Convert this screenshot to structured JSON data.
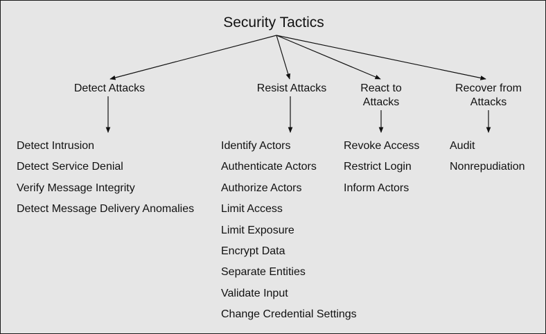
{
  "diagram": {
    "title": "Security Tactics",
    "categories": [
      {
        "id": "detect",
        "label_lines": [
          "Detect Attacks"
        ],
        "items": [
          "Detect Intrusion",
          "Detect Service Denial",
          "Verify Message Integrity",
          "Detect Message Delivery Anomalies"
        ]
      },
      {
        "id": "resist",
        "label_lines": [
          "Resist Attacks"
        ],
        "items": [
          "Identify Actors",
          "Authenticate Actors",
          "Authorize Actors",
          "Limit Access",
          "Limit Exposure",
          "Encrypt Data",
          "Separate Entities",
          "Validate Input",
          "Change Credential Settings"
        ]
      },
      {
        "id": "react",
        "label_lines": [
          "React to",
          "Attacks"
        ],
        "items": [
          "Revoke Access",
          "Restrict Login",
          "Inform Actors"
        ]
      },
      {
        "id": "recover",
        "label_lines": [
          "Recover from",
          "Attacks"
        ],
        "items": [
          "Audit",
          "Nonrepudiation"
        ]
      }
    ]
  }
}
